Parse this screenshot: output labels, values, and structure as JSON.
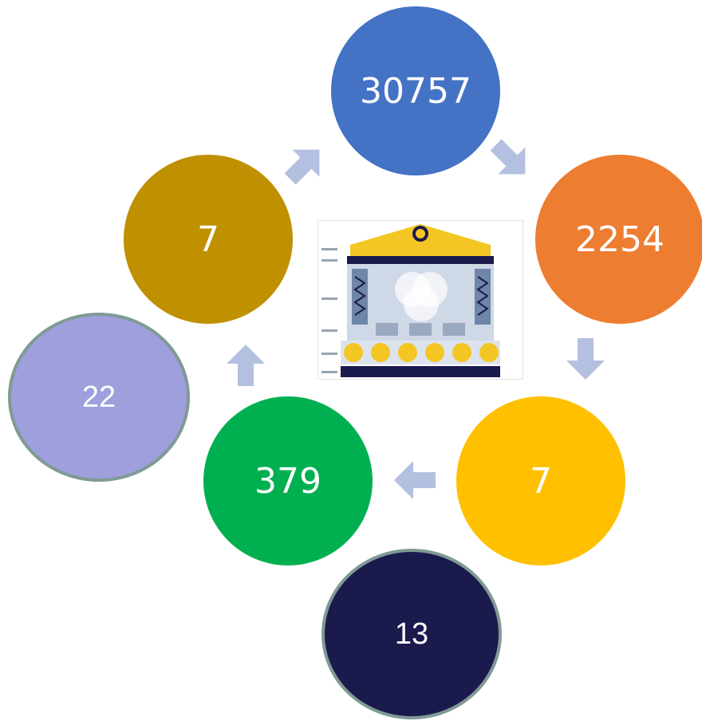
{
  "colors": {
    "blue": "#4472c4",
    "orange": "#ed7d31",
    "gold": "#ffc000",
    "green": "#00b050",
    "olive": "#bf9000",
    "lavender": "#9e9fdc",
    "navy": "#1b1a4d",
    "arrow": "#b4c0e0",
    "outline": "#7f9a94"
  },
  "nodes": {
    "top": "30757",
    "right_upper": "2254",
    "right_lower": "7",
    "bottom_left": "379",
    "left_upper": "7",
    "far_left": "22",
    "bottom": "13"
  },
  "arrow_icon": "chevron-arrow",
  "center_image": "temple-framework-infographic"
}
